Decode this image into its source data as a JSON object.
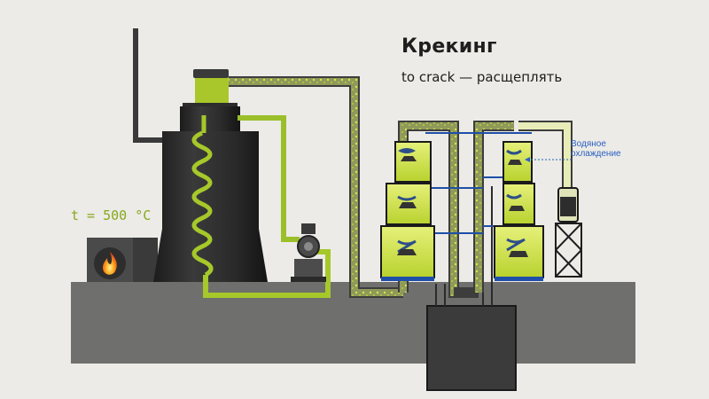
{
  "title": "Крекинг",
  "subtitle": "to crack — расщеплять",
  "temperature_label": "t = 500 °C",
  "cooling_label_line1": "Водяное",
  "cooling_label_line2": "охлаждение",
  "colors": {
    "background": "#ecebe7",
    "ground": "#6f6f6d",
    "equipment_dark": "#2b2b2b",
    "product_green": "#c6de3c",
    "coil_green": "#9cc22a",
    "water_blue": "#1f4fa8",
    "fire": "#f08a1c"
  },
  "icons": [
    "fire-icon",
    "pump-icon",
    "shower-icon"
  ]
}
